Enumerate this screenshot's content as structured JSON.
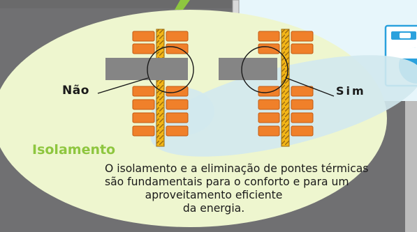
{
  "panel": {
    "label_nao": "Não",
    "label_sim": "Sim",
    "title": "Isolamento",
    "caption_lines": [
      "O isolamento e a eliminação de pontes térmicas",
      "são fundamentais para o conforto e para um",
      "aproveitamento eficiente",
      "da energia."
    ]
  },
  "colors": {
    "brick": "#f0802a",
    "insulation": "#f3b617",
    "beam": "#858585",
    "bubble": "#eef6cf",
    "accent_green": "#8ec63f",
    "room_wall": "#e7f6fb",
    "appliance_blue": "#2aa1dd"
  }
}
